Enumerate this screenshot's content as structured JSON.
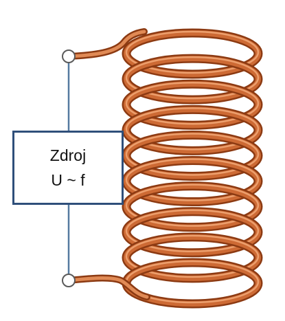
{
  "source": {
    "line1": "Zdroj",
    "line2": "U ~ f"
  },
  "colors": {
    "copper_dark": "#8c3a12",
    "copper_mid": "#cd6a34",
    "copper_light": "#f1a878",
    "wire": "#557aa0",
    "box_border": "#2f4f7a",
    "terminal_fill": "#ffffff",
    "terminal_stroke": "#5a5a5a"
  },
  "coil": {
    "turns": 10
  }
}
